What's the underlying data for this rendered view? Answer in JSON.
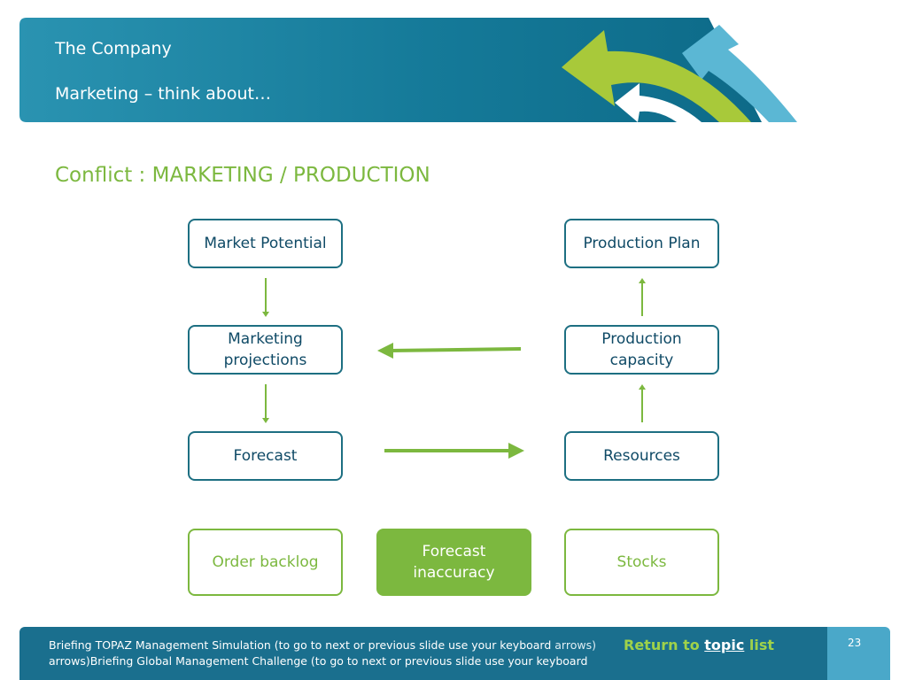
{
  "header": {
    "title": "The Company",
    "subtitle": "Marketing – think about…"
  },
  "section_title": "Conflict : MARKETING / PRODUCTION",
  "diagram": {
    "market_potential": "Market Potential",
    "marketing_projections": "Marketing\nprojections",
    "forecast": "Forecast",
    "production_plan": "Production Plan",
    "production_capacity": "Production\ncapacity",
    "resources": "Resources",
    "order_backlog": "Order backlog",
    "forecast_inaccuracy": "Forecast\ninaccuracy",
    "stocks": "Stocks"
  },
  "footer": {
    "text_main": "Briefing TOPAZ Management Simulation (to go to next or previous slide use your keyboard",
    "text_arrows": " arrows)",
    "text_line2": "arrows)Briefing Global Management Challenge (to go to next or previous slide use your keyboard",
    "return_prefix": "Return to ",
    "return_topic": "topic",
    "return_suffix": " list",
    "page_number": "23"
  },
  "colors": {
    "brand_teal": "#1a6f8e",
    "accent_green": "#7cb83f",
    "box_border_blue": "#1d6f82",
    "light_blue": "#4aa8c9"
  }
}
